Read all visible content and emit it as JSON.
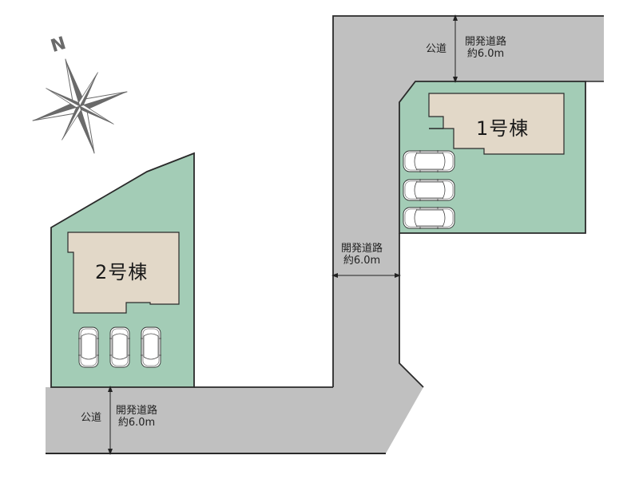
{
  "compass": {
    "north_label": "N",
    "icon": "compass-rose-icon"
  },
  "colors": {
    "road": "#c0c0c0",
    "lot": "#a3ccb6",
    "house": "#e2d8c8",
    "outline": "#2a2a2a",
    "compass": "#6a6a6a",
    "car": "#ffffff"
  },
  "houses": [
    {
      "id": "house-1",
      "label": "1号棟",
      "parking_spaces": 3
    },
    {
      "id": "house-2",
      "label": "2号棟",
      "parking_spaces": 3
    }
  ],
  "roads": {
    "top": {
      "public_label": "公道",
      "dev_line1": "開発道路",
      "dev_line2": "約6.0m"
    },
    "middle": {
      "dev_line1": "開発道路",
      "dev_line2": "約6.0m"
    },
    "bottom": {
      "public_label": "公道",
      "dev_line1": "開発道路",
      "dev_line2": "約6.0m"
    }
  }
}
